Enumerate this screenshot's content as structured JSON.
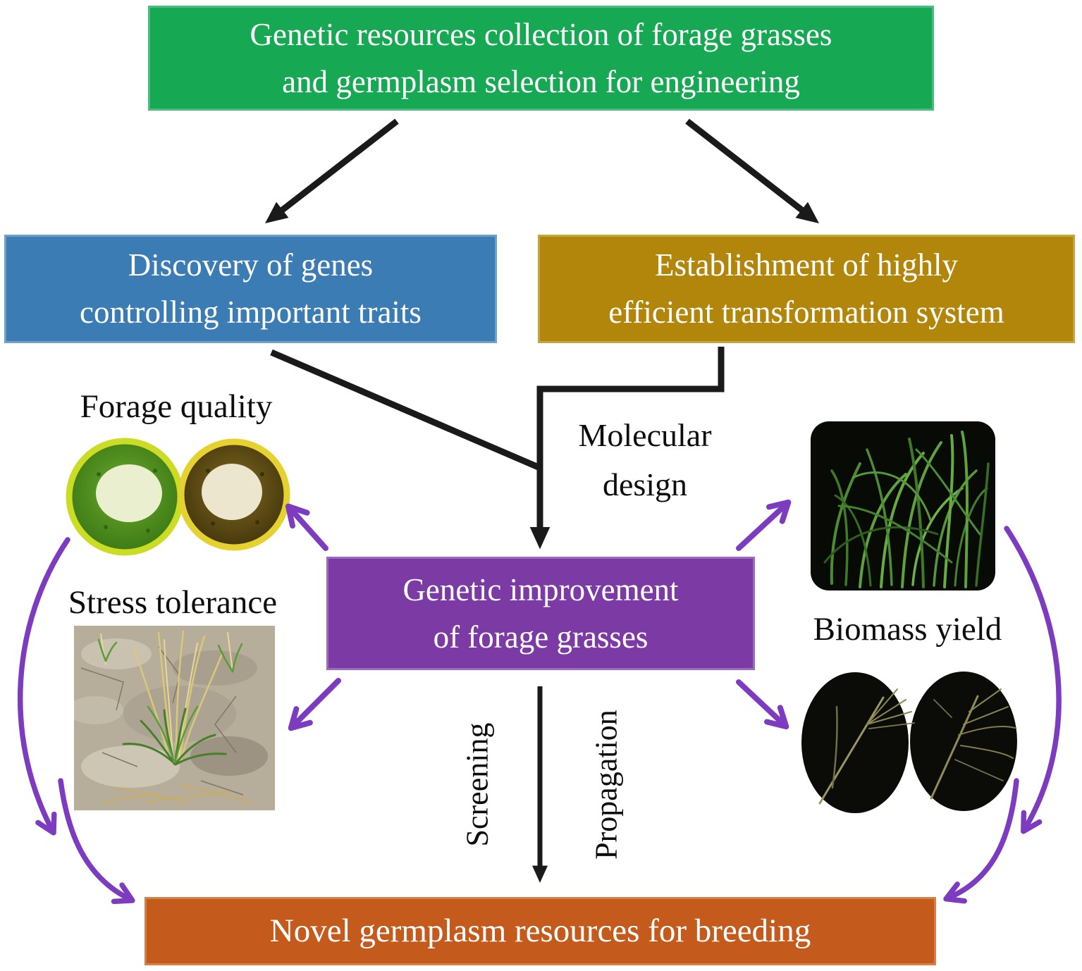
{
  "palette": {
    "collection_green": "#17a853",
    "genes_blue": "#3c7cb4",
    "transformation_gold": "#b1860a",
    "improvement_purple": "#7b3aa4",
    "breeding_orange": "#c45b1d",
    "arrow_black": "#1a1a1a",
    "arrow_purple": "#7d3cc0",
    "box_text_white": "#ffffff",
    "label_text_black": "#0d0d0d"
  },
  "boxes": {
    "collection": {
      "lines": [
        "Genetic resources collection of forage grasses",
        "and germplasm selection for engineering"
      ]
    },
    "genes": {
      "lines": [
        "Discovery of genes",
        "controlling important traits"
      ]
    },
    "transformation": {
      "lines": [
        "Establishment of highly",
        "efficient transformation system"
      ]
    },
    "improvement": {
      "lines": [
        "Genetic improvement",
        "of forage grasses"
      ]
    },
    "breeding": {
      "lines": [
        "Novel germplasm resources for breeding"
      ]
    }
  },
  "labels": {
    "forage_quality": "Forage quality",
    "stress_tolerance": "Stress tolerance",
    "biomass_yield": "Biomass yield",
    "molecular_design": [
      "Molecular",
      "design"
    ],
    "screening": "Screening",
    "propagation": "Propagation"
  },
  "images": {
    "forage_quality_photo": "stem-cross-sections-icon",
    "stress_tolerance_photo": "drought-grass-icon",
    "biomass_top_photo": "potted-grass-icon",
    "biomass_bottom_photo": "seed-panicle-ovals-icon"
  }
}
